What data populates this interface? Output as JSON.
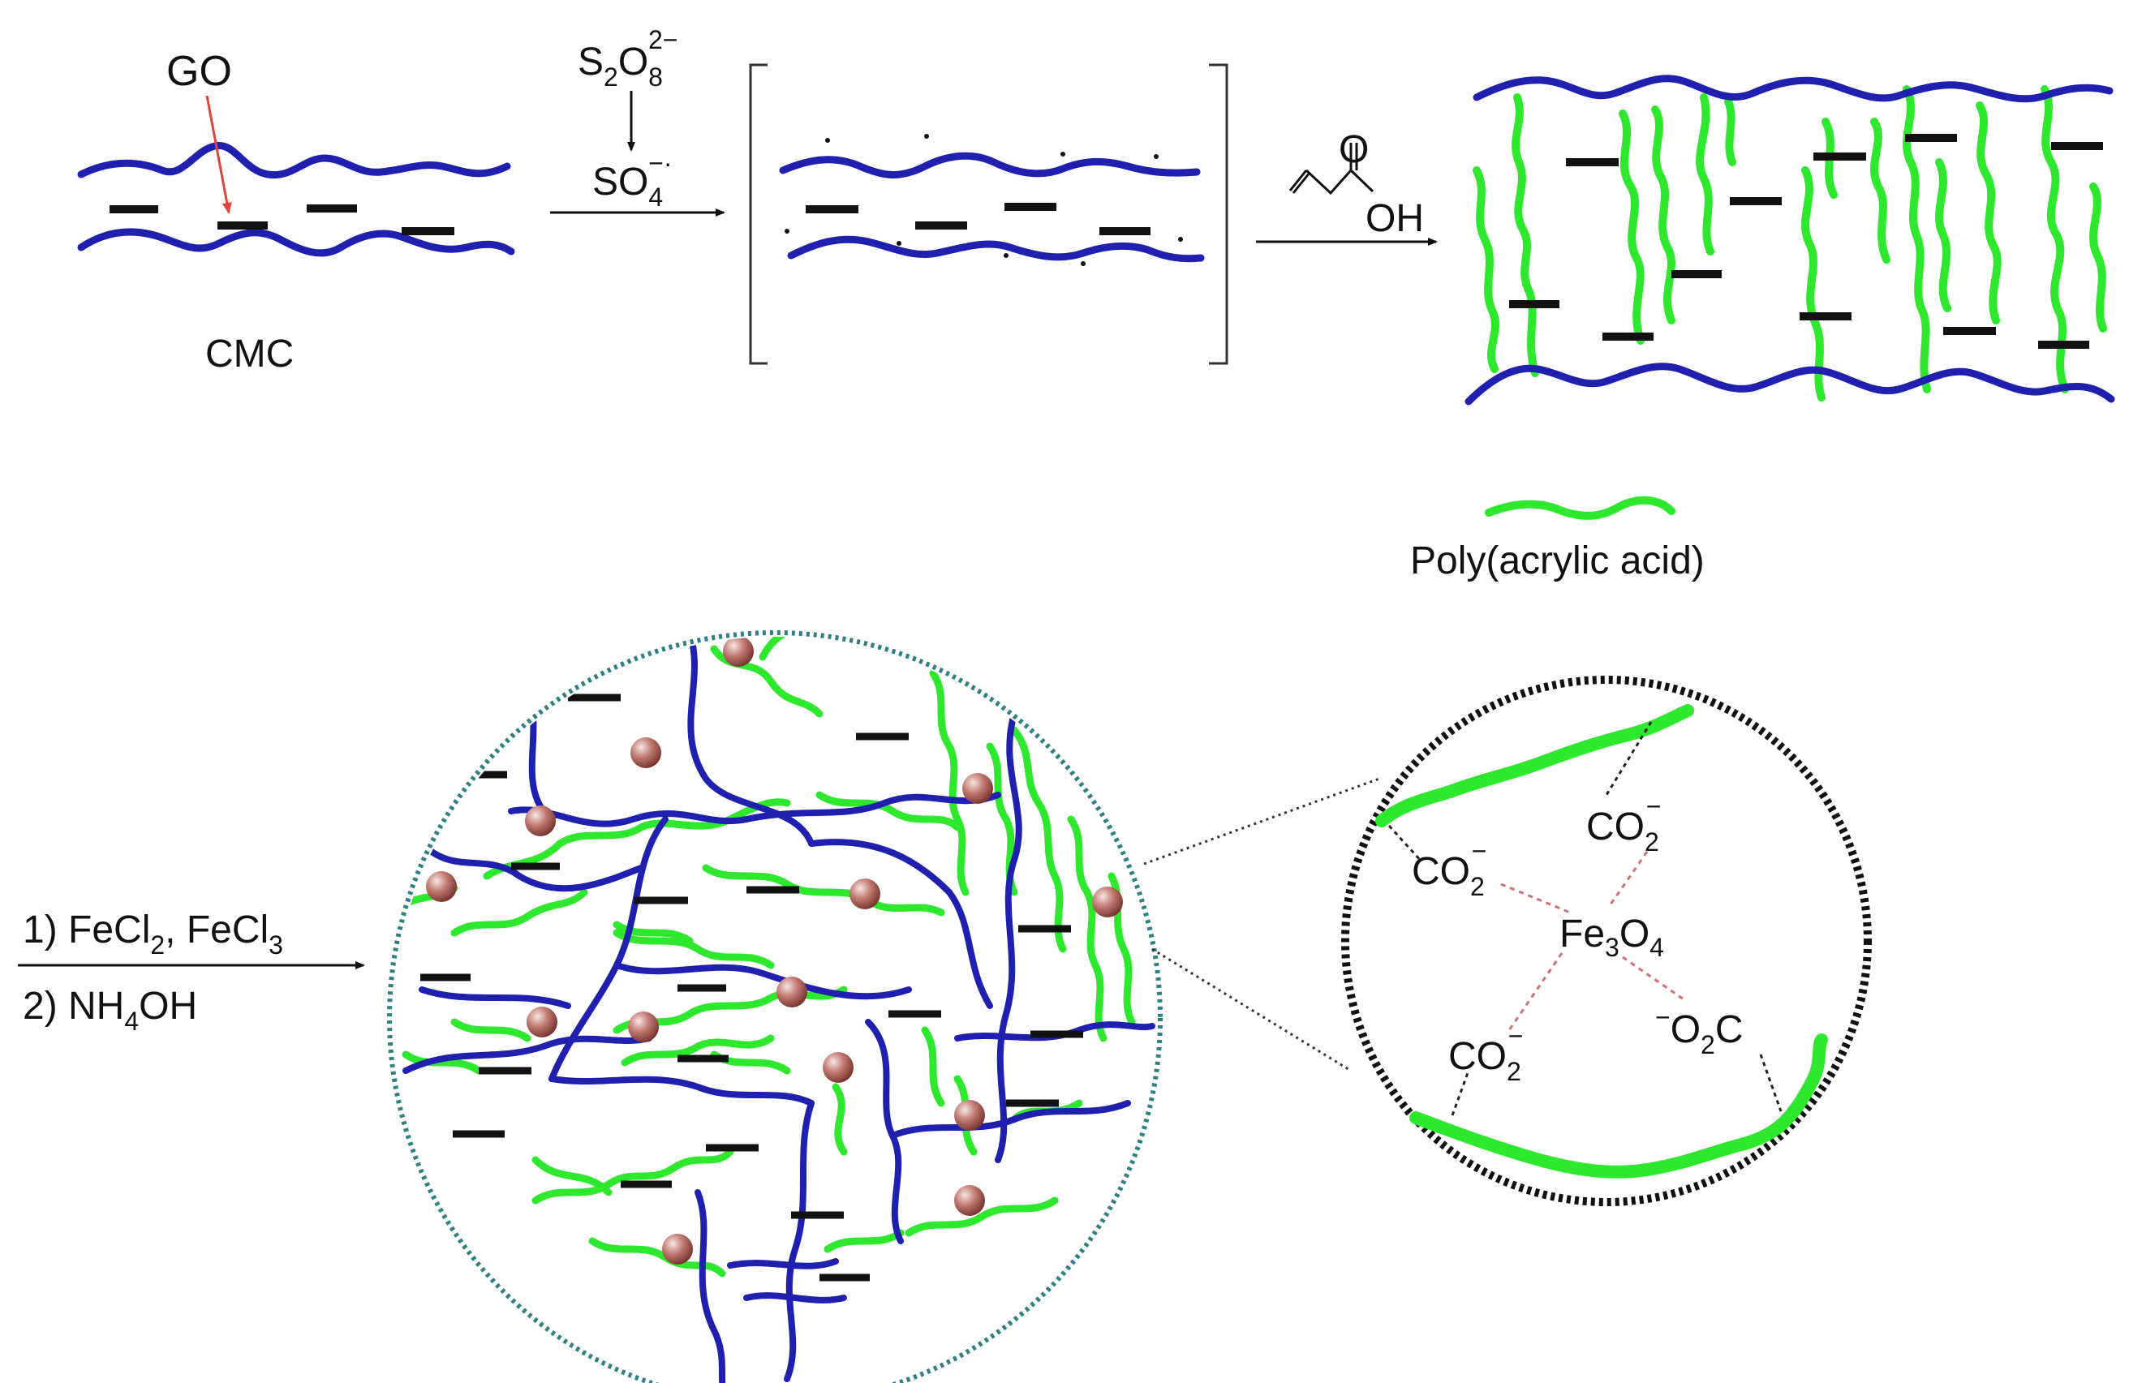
{
  "labels": {
    "go": "GO",
    "cmc": "CMC",
    "persulfate": {
      "base": "S",
      "sub1": "2",
      "mid": "O",
      "sub2": "8",
      "sup": "2−"
    },
    "sulfate_radical": {
      "base": "SO",
      "sub": "4",
      "sup": "−·"
    },
    "acrylic_acid": {
      "o": "O",
      "oh": "OH"
    },
    "legend_paa": "Poly(acrylic acid)",
    "step1": {
      "pre": "1) FeCl",
      "sub1": "2",
      "mid": ", FeCl",
      "sub2": "3"
    },
    "step2": {
      "pre": "2) NH",
      "sub": "4",
      "post": "OH"
    },
    "co2_a": {
      "base": "CO",
      "sub": "2",
      "sup": "−"
    },
    "co2_b": {
      "base": "CO",
      "sub": "2",
      "sup": "−"
    },
    "co2_c": {
      "base": "CO",
      "sub": "2",
      "sup": "−"
    },
    "fe3o4": {
      "pre": "Fe",
      "sub1": "3",
      "mid": "O",
      "sub2": "4"
    },
    "o2c": {
      "sup": "−",
      "pre": "O",
      "sub": "2",
      "post": "C"
    }
  },
  "colors": {
    "cmc_chain": "#1f1fb0",
    "paa_chain": "#2ee82e",
    "go_sheet": "#111111",
    "go_arrow": "#e0453a",
    "np_fill": "#b05a52",
    "np_highlight": "#f2dcd8",
    "outer_circle": "#2e7f86",
    "zoom_circle": "#111111",
    "coord_line": "#d07070"
  },
  "icons": {
    "nanoparticle": "sphere-icon",
    "reaction_arrow": "arrow-right-icon"
  }
}
